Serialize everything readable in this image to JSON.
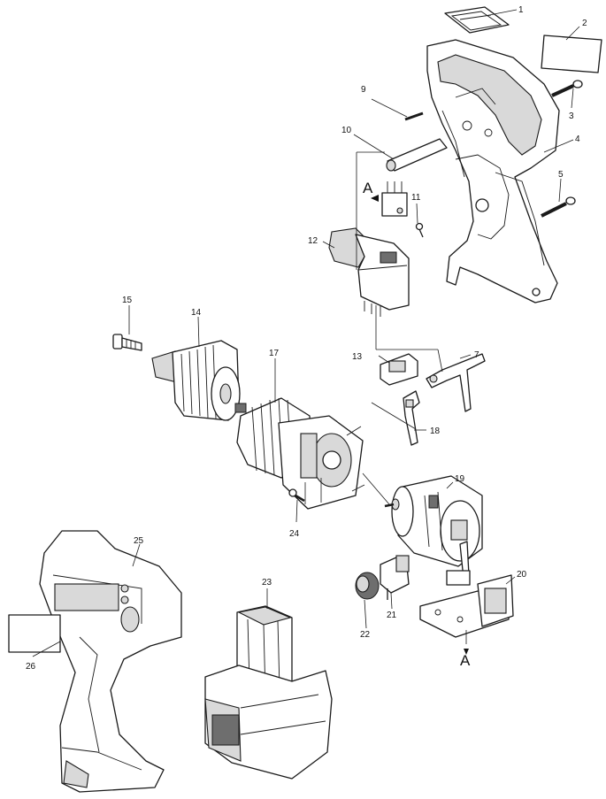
{
  "diagram": {
    "type": "exploded parts diagram",
    "callouts": [
      "1",
      "2",
      "3",
      "4",
      "5",
      "7",
      "9",
      "10",
      "11",
      "12",
      "13",
      "14",
      "15",
      "17",
      "18",
      "19",
      "20",
      "21",
      "22",
      "23",
      "24",
      "25",
      "26"
    ],
    "reference_marks": [
      "A",
      "A"
    ]
  }
}
